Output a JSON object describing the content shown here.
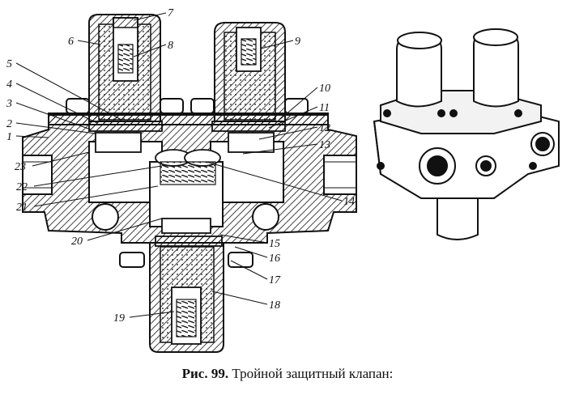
{
  "figure": {
    "caption_prefix": "Рис. 99.",
    "caption_text": "Тройной защитный клапан:",
    "callouts": [
      "1",
      "2",
      "3",
      "4",
      "5",
      "6",
      "7",
      "8",
      "9",
      "10",
      "11",
      "12",
      "13",
      "14",
      "15",
      "16",
      "17",
      "18",
      "19",
      "20",
      "21",
      "22",
      "23"
    ]
  }
}
